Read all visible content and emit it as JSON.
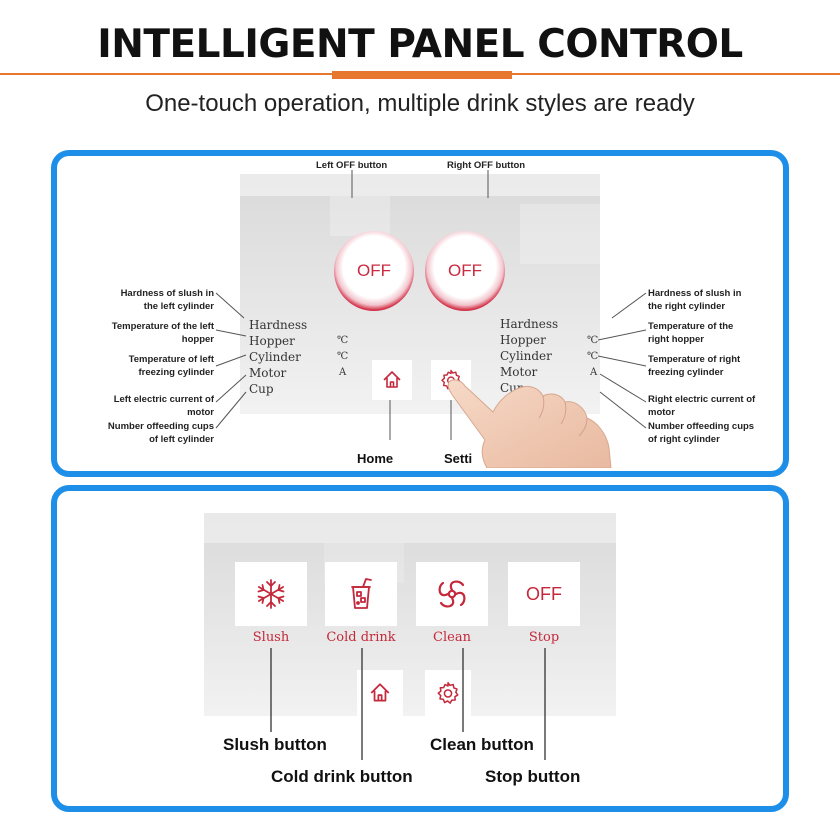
{
  "header": {
    "title": "INTELLIGENT PANEL CONTROL",
    "subtitle": "One-touch operation, multiple drink styles are ready"
  },
  "top_panel": {
    "left_off_button_callout": "Left OFF button",
    "right_off_button_callout": "Right OFF button",
    "left_off_label": "OFF",
    "right_off_label": "OFF",
    "left_readings": [
      "Hardness",
      "Hopper",
      "Cylinder",
      "Motor",
      "Cup"
    ],
    "right_readings": [
      "Hardness",
      "Hopper",
      "Cylinder",
      "Motor",
      "Cup"
    ],
    "units": [
      "℃",
      "℃",
      "A"
    ],
    "left_annotations": [
      "Hardness of slush in the left cylinder",
      "Temperature of the left hopper",
      "Temperature of left freezing cylinder",
      "Left electric current of motor",
      "Number offeeding cups of left cylinder"
    ],
    "right_annotations": [
      "Hardness of slush in the right cylinder",
      "Temperature of the right hopper",
      "Temperature of right freezing cylinder",
      "Right electric current of motor",
      "Number offeeding cups of right cylinder"
    ],
    "home_label": "Home",
    "settings_label": "Setti"
  },
  "bottom_panel": {
    "buttons": [
      {
        "icon": "snowflake-icon",
        "label": "Slush"
      },
      {
        "icon": "cup-icon",
        "label": "Cold drink"
      },
      {
        "icon": "swirl-icon",
        "label": "Clean"
      },
      {
        "icon": "off-text",
        "label": "Stop",
        "glyph": "OFF"
      }
    ],
    "callouts": {
      "slush": "Slush button",
      "cold_drink": "Cold drink button",
      "clean": "Clean button",
      "stop": "Stop button"
    }
  },
  "colors": {
    "frame": "#1e8fe8",
    "accent": "#e8772e",
    "red": "#c4283a"
  }
}
